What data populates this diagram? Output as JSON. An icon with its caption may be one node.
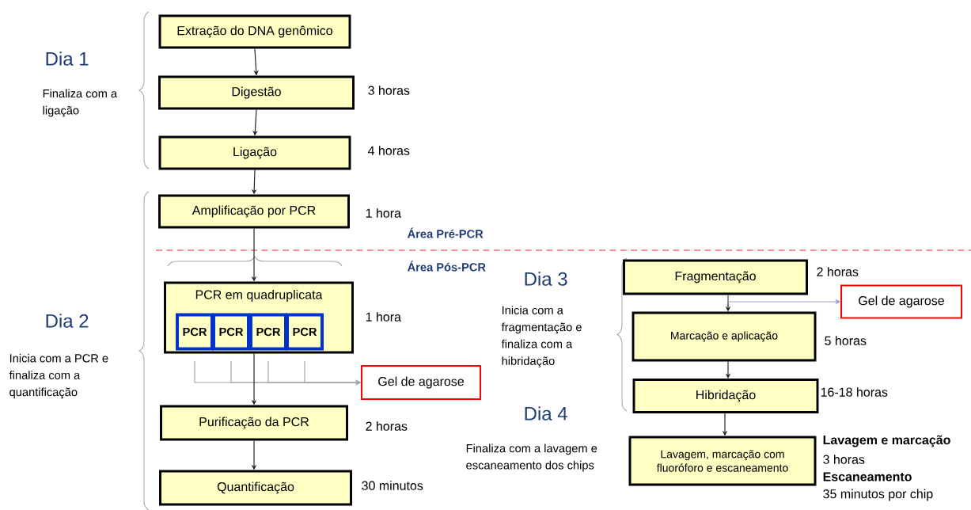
{
  "diagram": {
    "nodes": [
      {
        "text": [
          "Extração do DNA genômico"
        ]
      },
      {
        "text": [
          "Digestão"
        ],
        "beside": [
          "3 horas"
        ]
      },
      {
        "text": [
          "Ligação"
        ],
        "beside": [
          "4 horas"
        ]
      },
      {
        "text": [
          "Amplificação por PCR"
        ],
        "beside": [
          "1 hora"
        ]
      },
      {
        "text": [
          "PCR em quadruplicata"
        ],
        "beside": [
          "1 hora"
        ]
      },
      {
        "text": [
          "PCR"
        ],
        "in": 4
      },
      {
        "text": [
          "PCR"
        ],
        "in": 4
      },
      {
        "text": [
          "PCR"
        ],
        "in": 4
      },
      {
        "text": [
          "PCR"
        ],
        "in": 4
      },
      {
        "text": [
          "Gel de agarose"
        ]
      },
      {
        "text": [
          "Purificação da PCR"
        ],
        "beside": [
          "2 horas"
        ]
      },
      {
        "text": [
          "Quantificação"
        ],
        "beside": [
          "30 minutos"
        ]
      },
      {
        "text": [
          "Fragmentação"
        ],
        "beside": [
          "2 horas"
        ]
      },
      {
        "text": [
          "Gel de agarose"
        ]
      },
      {
        "text": [
          "Marcação e aplicação"
        ],
        "beside": [
          "5 horas"
        ]
      },
      {
        "text": [
          "Hibridação"
        ],
        "beside": [
          "16-18 horas"
        ]
      },
      {
        "text": [
          "Lavagem, marcação com fluoróforo e escaneamento"
        ],
        "beside": [
          "Lavagem e marcação",
          "3 horas",
          "Escaneamento",
          "35 minutos por chip"
        ]
      }
    ],
    "edges": [
      {
        "from": 0,
        "to": 1,
        "arrow": "to"
      },
      {
        "from": 1,
        "to": 2,
        "arrow": "to"
      },
      {
        "from": 2,
        "to": 3,
        "arrow": "to"
      },
      {
        "from": 3,
        "to": 4,
        "arrow": "to"
      },
      {
        "from": 5,
        "to": 9,
        "arrow": "to",
        "color": "#a6a6a6"
      },
      {
        "from": 6,
        "to": 9,
        "arrow": "to",
        "color": "#a6a6a6"
      },
      {
        "from": 7,
        "to": 9,
        "arrow": "to",
        "color": "#a6a6a6"
      },
      {
        "from": 8,
        "to": 9,
        "arrow": "to",
        "color": "#a6a6a6"
      },
      {
        "from": 4,
        "to": 10,
        "arrow": "to"
      },
      {
        "from": 10,
        "to": 11,
        "arrow": "to"
      },
      {
        "from": 12,
        "to": 14,
        "arrow": "to"
      },
      {
        "from": 12,
        "to": 13,
        "arrow": "to",
        "color": "#9a9ac8"
      },
      {
        "from": 14,
        "to": 15,
        "arrow": "to"
      },
      {
        "from": 15,
        "to": 16,
        "arrow": "to"
      }
    ],
    "labels": [
      "Dia 1",
      "Finaliza com a ligação",
      "Dia 2",
      "Inicia com a PCR e finaliza com a quantificação",
      "Área Pré-PCR",
      "Área Pós-PCR",
      "Dia 3",
      "Inicia com a fragmentação e finaliza com a hibridação",
      "Dia 4",
      "Finaliza com a lavagem e escaneamento dos chips"
    ]
  }
}
